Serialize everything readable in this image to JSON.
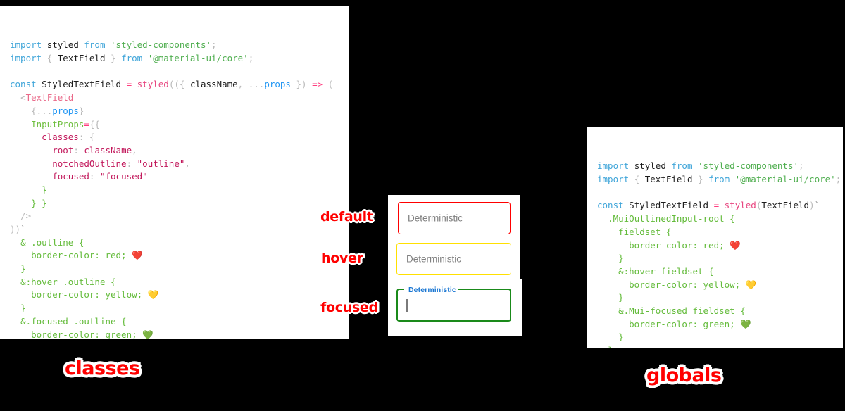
{
  "panels": {
    "classes": {
      "title": "classes",
      "code_lines": [
        [
          {
            "t": "import",
            "c": "t-kw"
          },
          {
            "t": " ",
            "c": "t-id"
          },
          {
            "t": "styled",
            "c": "t-id"
          },
          {
            "t": " ",
            "c": "t-id"
          },
          {
            "t": "from",
            "c": "t-kw"
          },
          {
            "t": " ",
            "c": "t-id"
          },
          {
            "t": "'styled-components'",
            "c": "t-str"
          },
          {
            "t": ";",
            "c": "t-pun"
          }
        ],
        [
          {
            "t": "import",
            "c": "t-kw"
          },
          {
            "t": " ",
            "c": "t-id"
          },
          {
            "t": "{",
            "c": "t-pun"
          },
          {
            "t": " ",
            "c": "t-id"
          },
          {
            "t": "TextField",
            "c": "t-id"
          },
          {
            "t": " ",
            "c": "t-id"
          },
          {
            "t": "}",
            "c": "t-pun"
          },
          {
            "t": " ",
            "c": "t-id"
          },
          {
            "t": "from",
            "c": "t-kw"
          },
          {
            "t": " ",
            "c": "t-id"
          },
          {
            "t": "'@material-ui/core'",
            "c": "t-str"
          },
          {
            "t": ";",
            "c": "t-pun"
          }
        ],
        [],
        [
          {
            "t": "const",
            "c": "t-kw"
          },
          {
            "t": " ",
            "c": "t-id"
          },
          {
            "t": "StyledTextField",
            "c": "t-id"
          },
          {
            "t": " ",
            "c": "t-id"
          },
          {
            "t": "=",
            "c": "t-op"
          },
          {
            "t": " ",
            "c": "t-id"
          },
          {
            "t": "styled",
            "c": "t-fn"
          },
          {
            "t": "((",
            "c": "t-pun"
          },
          {
            "t": "{",
            "c": "t-pun"
          },
          {
            "t": " ",
            "c": "t-id"
          },
          {
            "t": "className",
            "c": "t-id"
          },
          {
            "t": ",",
            "c": "t-pun"
          },
          {
            "t": " ",
            "c": "t-id"
          },
          {
            "t": "...",
            "c": "t-pun"
          },
          {
            "t": "props",
            "c": "t-spread"
          },
          {
            "t": " ",
            "c": "t-id"
          },
          {
            "t": "})",
            "c": "t-pun"
          },
          {
            "t": " ",
            "c": "t-id"
          },
          {
            "t": "=>",
            "c": "t-op"
          },
          {
            "t": " ",
            "c": "t-id"
          },
          {
            "t": "(",
            "c": "t-pun"
          }
        ],
        [
          {
            "t": "  ",
            "c": "t-id"
          },
          {
            "t": "<",
            "c": "t-pun"
          },
          {
            "t": "TextField",
            "c": "t-jsx"
          }
        ],
        [
          {
            "t": "    ",
            "c": "t-id"
          },
          {
            "t": "{",
            "c": "t-pun"
          },
          {
            "t": "...",
            "c": "t-pun"
          },
          {
            "t": "props",
            "c": "t-spread"
          },
          {
            "t": "}",
            "c": "t-pun"
          }
        ],
        [
          {
            "t": "    ",
            "c": "t-id"
          },
          {
            "t": "InputProps",
            "c": "t-attr"
          },
          {
            "t": "=",
            "c": "t-op"
          },
          {
            "t": "{{",
            "c": "t-pun"
          }
        ],
        [
          {
            "t": "      ",
            "c": "t-id"
          },
          {
            "t": "classes",
            "c": "t-prop"
          },
          {
            "t": ": ",
            "c": "t-pun"
          },
          {
            "t": "{",
            "c": "t-pun"
          }
        ],
        [
          {
            "t": "        ",
            "c": "t-id"
          },
          {
            "t": "root",
            "c": "t-prop"
          },
          {
            "t": ": ",
            "c": "t-pun"
          },
          {
            "t": "className",
            "c": "t-prop"
          },
          {
            "t": ",",
            "c": "t-pun"
          }
        ],
        [
          {
            "t": "        ",
            "c": "t-id"
          },
          {
            "t": "notchedOutline",
            "c": "t-prop"
          },
          {
            "t": ": ",
            "c": "t-pun"
          },
          {
            "t": "\"outline\"",
            "c": "t-prop"
          },
          {
            "t": ",",
            "c": "t-pun"
          }
        ],
        [
          {
            "t": "        ",
            "c": "t-id"
          },
          {
            "t": "focused",
            "c": "t-prop"
          },
          {
            "t": ": ",
            "c": "t-pun"
          },
          {
            "t": "\"focused\"",
            "c": "t-prop"
          }
        ],
        [
          {
            "t": "      ",
            "c": "t-id"
          },
          {
            "t": "}",
            "c": "t-css"
          }
        ],
        [
          {
            "t": "    ",
            "c": "t-id"
          },
          {
            "t": "} }",
            "c": "t-css"
          }
        ],
        [
          {
            "t": "  ",
            "c": "t-id"
          },
          {
            "t": "/>",
            "c": "t-pun"
          }
        ],
        [
          {
            "t": "))",
            "c": "t-pun"
          },
          {
            "t": "`",
            "c": "t-tick"
          }
        ],
        [
          {
            "t": "  ",
            "c": "t-id"
          },
          {
            "t": "& .outline {",
            "c": "t-css"
          }
        ],
        [
          {
            "t": "    ",
            "c": "t-id"
          },
          {
            "t": "border-color: red; ",
            "c": "t-css"
          },
          {
            "t": "❤️",
            "c": "emoji"
          }
        ],
        [
          {
            "t": "  ",
            "c": "t-id"
          },
          {
            "t": "}",
            "c": "t-css"
          }
        ],
        [
          {
            "t": "  ",
            "c": "t-id"
          },
          {
            "t": "&:hover .outline {",
            "c": "t-css"
          }
        ],
        [
          {
            "t": "    ",
            "c": "t-id"
          },
          {
            "t": "border-color: yellow; ",
            "c": "t-css"
          },
          {
            "t": "💛",
            "c": "emoji"
          }
        ],
        [
          {
            "t": "  ",
            "c": "t-id"
          },
          {
            "t": "}",
            "c": "t-css"
          }
        ],
        [
          {
            "t": "  ",
            "c": "t-id"
          },
          {
            "t": "&.focused .outline {",
            "c": "t-css"
          }
        ],
        [
          {
            "t": "    ",
            "c": "t-id"
          },
          {
            "t": "border-color: green; ",
            "c": "t-css"
          },
          {
            "t": "💚",
            "c": "emoji"
          }
        ],
        [
          {
            "t": "  ",
            "c": "t-id"
          },
          {
            "t": "}",
            "c": "t-css"
          }
        ],
        [
          {
            "t": "`",
            "c": "t-tick"
          },
          {
            "t": ";",
            "c": "t-pun"
          }
        ]
      ]
    },
    "globals": {
      "title": "globals",
      "code_lines": [
        [
          {
            "t": "import",
            "c": "t-kw"
          },
          {
            "t": " ",
            "c": "t-id"
          },
          {
            "t": "styled",
            "c": "t-id"
          },
          {
            "t": " ",
            "c": "t-id"
          },
          {
            "t": "from",
            "c": "t-kw"
          },
          {
            "t": " ",
            "c": "t-id"
          },
          {
            "t": "'styled-components'",
            "c": "t-str"
          },
          {
            "t": ";",
            "c": "t-pun"
          }
        ],
        [
          {
            "t": "import",
            "c": "t-kw"
          },
          {
            "t": " ",
            "c": "t-id"
          },
          {
            "t": "{",
            "c": "t-pun"
          },
          {
            "t": " ",
            "c": "t-id"
          },
          {
            "t": "TextField",
            "c": "t-id"
          },
          {
            "t": " ",
            "c": "t-id"
          },
          {
            "t": "}",
            "c": "t-pun"
          },
          {
            "t": " ",
            "c": "t-id"
          },
          {
            "t": "from",
            "c": "t-kw"
          },
          {
            "t": " ",
            "c": "t-id"
          },
          {
            "t": "'@material-ui/core'",
            "c": "t-str"
          },
          {
            "t": ";",
            "c": "t-pun"
          }
        ],
        [],
        [
          {
            "t": "const",
            "c": "t-kw"
          },
          {
            "t": " ",
            "c": "t-id"
          },
          {
            "t": "StyledTextField",
            "c": "t-id"
          },
          {
            "t": " ",
            "c": "t-id"
          },
          {
            "t": "=",
            "c": "t-op"
          },
          {
            "t": " ",
            "c": "t-id"
          },
          {
            "t": "styled",
            "c": "t-fn"
          },
          {
            "t": "(",
            "c": "t-pun"
          },
          {
            "t": "TextField",
            "c": "t-id"
          },
          {
            "t": ")",
            "c": "t-pun"
          },
          {
            "t": "`",
            "c": "t-tick"
          }
        ],
        [
          {
            "t": "  ",
            "c": "t-id"
          },
          {
            "t": ".MuiOutlinedInput-root {",
            "c": "t-css"
          }
        ],
        [
          {
            "t": "    ",
            "c": "t-id"
          },
          {
            "t": "fieldset {",
            "c": "t-css"
          }
        ],
        [
          {
            "t": "      ",
            "c": "t-id"
          },
          {
            "t": "border-color: red; ",
            "c": "t-css"
          },
          {
            "t": "❤️",
            "c": "emoji"
          }
        ],
        [
          {
            "t": "    ",
            "c": "t-id"
          },
          {
            "t": "}",
            "c": "t-css"
          }
        ],
        [
          {
            "t": "    ",
            "c": "t-id"
          },
          {
            "t": "&:hover fieldset {",
            "c": "t-css"
          }
        ],
        [
          {
            "t": "      ",
            "c": "t-id"
          },
          {
            "t": "border-color: yellow; ",
            "c": "t-css"
          },
          {
            "t": "💛",
            "c": "emoji"
          }
        ],
        [
          {
            "t": "    ",
            "c": "t-id"
          },
          {
            "t": "}",
            "c": "t-css"
          }
        ],
        [
          {
            "t": "    ",
            "c": "t-id"
          },
          {
            "t": "&.Mui-focused fieldset {",
            "c": "t-css"
          }
        ],
        [
          {
            "t": "      ",
            "c": "t-id"
          },
          {
            "t": "border-color: green; ",
            "c": "t-css"
          },
          {
            "t": "💚",
            "c": "emoji"
          }
        ],
        [
          {
            "t": "    ",
            "c": "t-id"
          },
          {
            "t": "}",
            "c": "t-css"
          }
        ],
        [
          {
            "t": "  ",
            "c": "t-id"
          },
          {
            "t": "}",
            "c": "t-css"
          }
        ],
        [
          {
            "t": "`",
            "c": "t-tick"
          },
          {
            "t": ";",
            "c": "t-pun"
          }
        ]
      ]
    }
  },
  "annotations": {
    "default": "default",
    "hover": "hover",
    "focused": "focused"
  },
  "demo": {
    "default_field": {
      "value": "Deterministic",
      "border_color": "#ff0000"
    },
    "hover_field": {
      "value": "Deterministic",
      "border_color": "#ffe000"
    },
    "focused_field": {
      "label": "Deterministic",
      "value": "",
      "border_color": "#1a8a1a",
      "label_color": "#1976d2"
    }
  },
  "colors": {
    "background": "#000000",
    "panel": "#ffffff",
    "annotation": "#ff0000",
    "red": "#ff0000",
    "yellow": "#ffe000",
    "green": "#1a8a1a"
  }
}
